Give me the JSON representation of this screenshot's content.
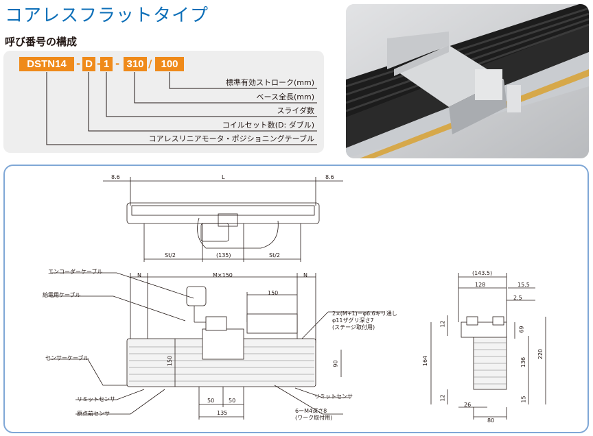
{
  "title": "コアレスフラットタイプ",
  "subheading": "呼び番号の構成",
  "model_code": {
    "segments": [
      "DSTN14",
      "D",
      "1",
      "310",
      "100"
    ],
    "separators": [
      "-",
      "-",
      "-",
      "/"
    ]
  },
  "code_labels": [
    "標準有効ストローク(mm)",
    "ベース全長(mm)",
    "スライダ数",
    "コイルセット数(D: ダブル)",
    "コアレスリニアモータ・ポジショニングテーブル"
  ],
  "top_view": {
    "dim_left": "8.6",
    "dim_L": "L",
    "dim_right": "8.6",
    "dim_st_left": "St/2",
    "dim_135": "(135)",
    "dim_st_right": "St/2"
  },
  "front_view": {
    "dim_N_left": "N",
    "dim_Mx150": "M×150",
    "dim_N_right": "N",
    "dim_150": "150",
    "label_encoder_cable": "エンコーダーケーブル",
    "label_power_cable": "給電用ケーブル",
    "label_sensor_cable": "センサーケーブル",
    "label_limit_sensor_left": "リミットセンサ",
    "label_origin_sensor": "原点前センサ",
    "label_limit_sensor_right": "リミットセンサ",
    "note_holes_1": "2×(M+1)ーφ6.6キリ通し",
    "note_holes_2": "φ11ザグリ深さ7",
    "note_holes_3": "(ステージ取付用)",
    "note_taps_1": "6ーM4深さ8",
    "note_taps_2": "(ワーク取付用)",
    "dim_150_vert": "150",
    "dim_90": "90",
    "dim_50_a": "50",
    "dim_50_b": "50",
    "dim_135": "135"
  },
  "side_view": {
    "dim_143_5": "(143.5)",
    "dim_128": "128",
    "dim_15_5": "15.5",
    "dim_2_5": "2.5",
    "dim_12_top": "12",
    "dim_69": "69",
    "dim_164": "164",
    "dim_136": "136",
    "dim_220": "220",
    "dim_12_bottom": "12",
    "dim_15": "15",
    "dim_26": "26",
    "dim_80": "80"
  },
  "colors": {
    "title_blue": "#0d6fb8",
    "accent_orange": "#ef8a1a",
    "frame_blue": "#7fa7d6",
    "panel_gray": "#eeeeee"
  }
}
